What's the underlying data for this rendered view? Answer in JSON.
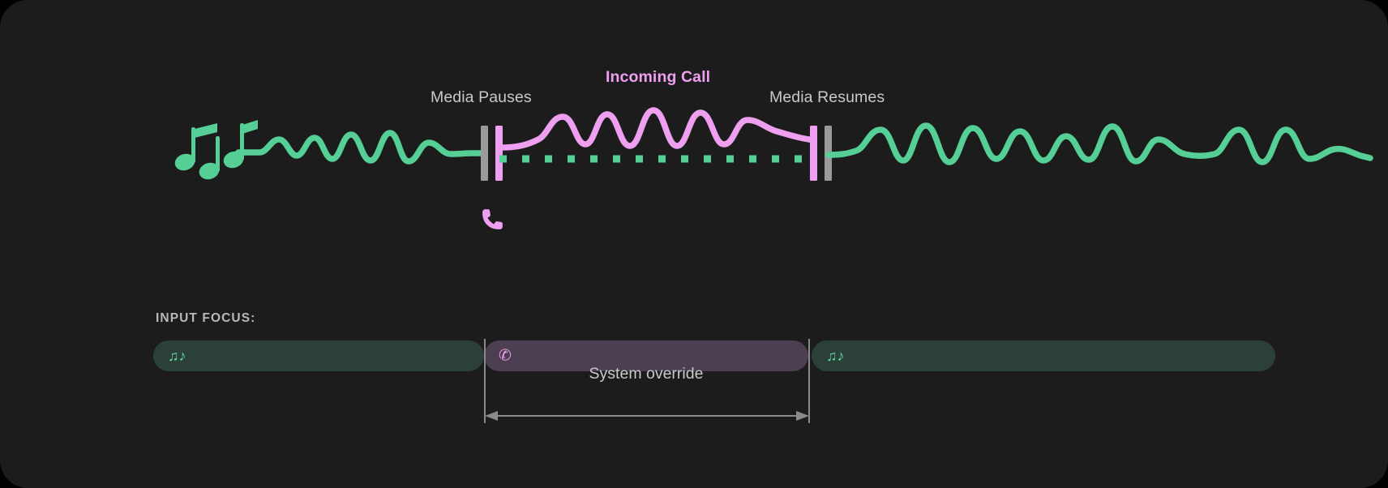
{
  "card": {
    "background": "#1c1c1c",
    "outer_background": "#000000"
  },
  "colors": {
    "media_green": "#55cf96",
    "call_pink": "#ef9ff0",
    "label_gray": "#c9c9c9",
    "marker_gray": "#9a9a9a",
    "focus_media_bg": "#2a4038",
    "focus_call_bg": "#4d3f52"
  },
  "timeline": {
    "labels": {
      "media_pauses": "Media Pauses",
      "incoming_call": "Incoming Call",
      "media_resumes": "Media Resumes"
    },
    "icons": {
      "music_notes": "music-notes-icon",
      "phone": "phone-icon"
    },
    "segments": [
      {
        "name": "media-playing-before",
        "state": "playing",
        "stream": "media",
        "color": "#55cf96"
      },
      {
        "name": "media-paused",
        "state": "paused",
        "stream": "media",
        "color": "#55cf96",
        "style": "dotted"
      },
      {
        "name": "call-active",
        "state": "active",
        "stream": "call",
        "color": "#ef9ff0"
      },
      {
        "name": "media-playing-after",
        "state": "playing",
        "stream": "media",
        "color": "#55cf96"
      }
    ],
    "markers": [
      {
        "name": "pause-marker",
        "gray_bar": true,
        "pink_bar": true
      },
      {
        "name": "resume-marker",
        "pink_bar": true,
        "gray_bar": true
      }
    ]
  },
  "focus": {
    "caption": "INPUT FOCUS:",
    "bars": [
      {
        "name": "media",
        "glyph": "♫♪",
        "icon": "music-notes-icon",
        "color": "#2a4038"
      },
      {
        "name": "call",
        "glyph": "✆",
        "icon": "phone-icon",
        "color": "#4d3f52"
      },
      {
        "name": "media",
        "glyph": "♫♪",
        "icon": "music-notes-icon",
        "color": "#2a4038"
      }
    ],
    "override_label": "System override"
  }
}
